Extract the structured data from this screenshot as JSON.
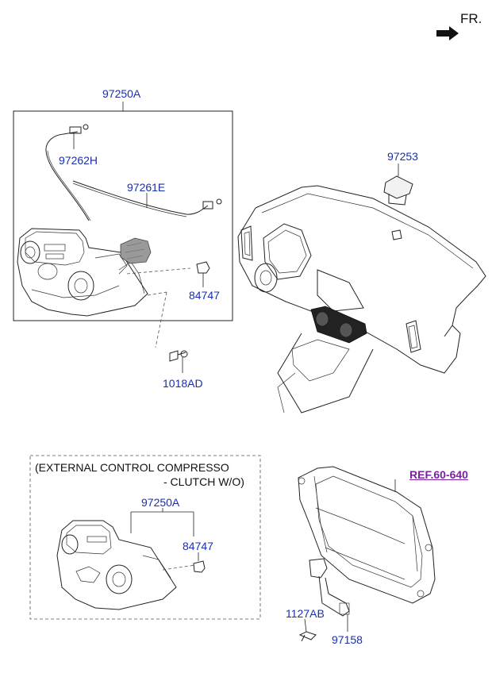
{
  "orientation": {
    "label": "FR.",
    "icon": "arrow-icon"
  },
  "parts": {
    "p97250A_top": "97250A",
    "p97262H": "97262H",
    "p97261E": "97261E",
    "p84747_top": "84747",
    "p1018AD": "1018AD",
    "p97253": "97253",
    "p97250A_bottom": "97250A",
    "p84747_bottom": "84747",
    "p1127AB": "1127AB",
    "p97158": "97158"
  },
  "reference": {
    "label": "REF.60-640",
    "color": "#7a1fa6"
  },
  "variant_note": {
    "line1": "(EXTERNAL CONTROL COMPRESSO",
    "line2": "- CLUTCH W/O)"
  },
  "colors": {
    "part_number": "#1a2fb0",
    "line": "#222222"
  }
}
